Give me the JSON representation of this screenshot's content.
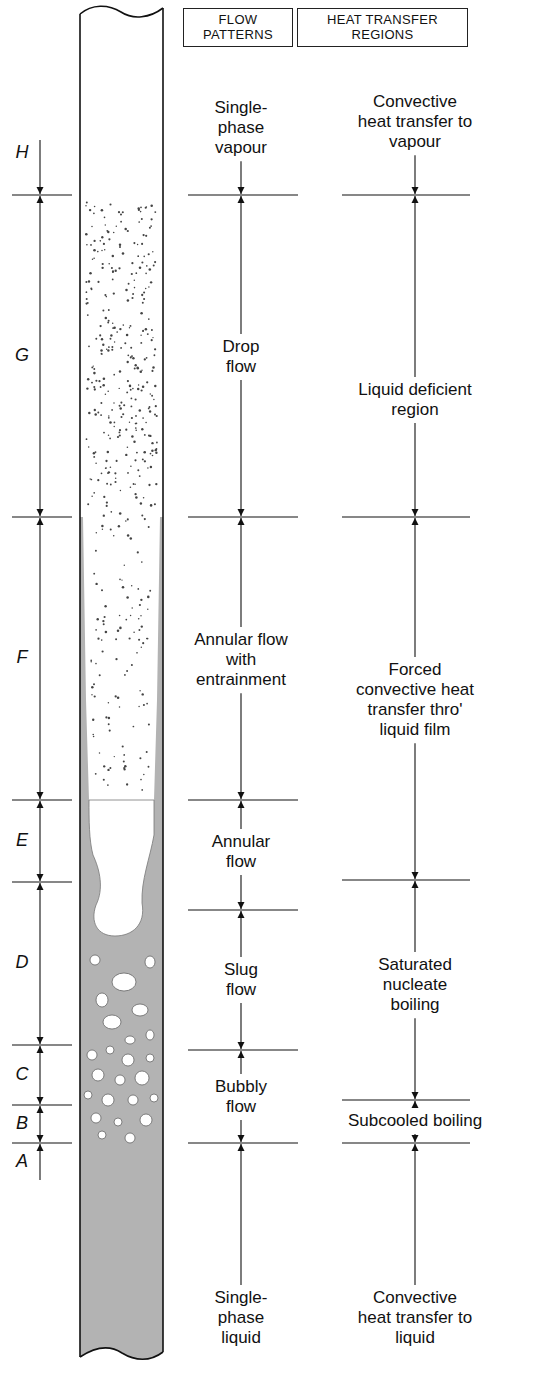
{
  "diagram": {
    "nodes": [
      {
        "text": [
          "FLOW PATTERNS"
        ]
      },
      {
        "text": [
          "HEAT TRANSFER REGIONS"
        ]
      }
    ],
    "labels": [
      "H",
      "G",
      "F",
      "E",
      "D",
      "C",
      "B",
      "A",
      "Single- phase vapour",
      "Drop flow",
      "Annular flow with entrainment",
      "Annular flow",
      "Slug flow",
      "Bubbly flow",
      "Single- phase liquid",
      "Convective heat transfer to vapour",
      "Liquid deficient region",
      "Forced convective heat transfer thro' liquid film",
      "Saturated nucleate boiling",
      "Subcooled boiling",
      "Convective heat transfer to liquid"
    ]
  }
}
